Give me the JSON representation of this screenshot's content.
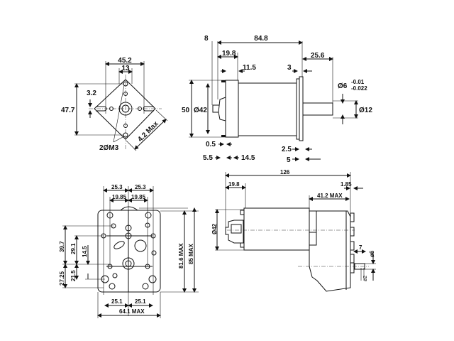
{
  "top_left_view": {
    "width": "45.2",
    "hole_spacing": "13",
    "slot": "3.2",
    "height": "47.7",
    "holes": "2ØM3",
    "thickness": "4.2 Max"
  },
  "top_right_view": {
    "rear_offset": "8",
    "overall": "84.8",
    "cap_length": "19.8",
    "flange_gap": "11.5",
    "plate": "3",
    "shaft_length": "25.6",
    "shaft_dia": "Ø6",
    "tol_upper": "-0.01",
    "tol_lower": "-0.022",
    "boss_dia": "Ø12",
    "height": "50",
    "body_dia": "Ø42",
    "d05": "0.5",
    "d25": "2.5",
    "d55": "5.5",
    "d145": "14.5",
    "d5": "5"
  },
  "bottom_left_view": {
    "d253_left": "25.3",
    "d253_right": "25.3",
    "d1985_left": "19.85",
    "d1985_right": "19.85",
    "d397": "39.7",
    "d291": "29.1",
    "d145": "14.5",
    "d2725": "27.25",
    "d215": "21.5",
    "h816": "81.6 MAX",
    "h85": "85 MAX",
    "d251_left": "25.1",
    "d251_right": "25.1",
    "w641": "64.1 MAX"
  },
  "bottom_right_view": {
    "overall": "126",
    "cap": "19.8",
    "d185": "1.85",
    "gearbox": "41.2 MAX",
    "body_dia": "Ø42",
    "d7": "7",
    "shaft_dia": "ø6",
    "pin_dia": "ø2"
  }
}
